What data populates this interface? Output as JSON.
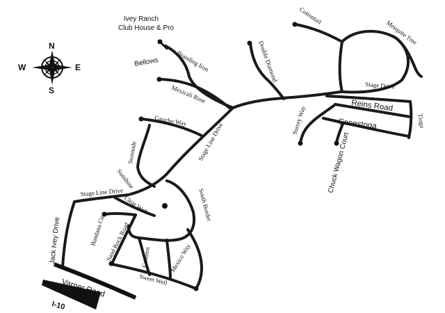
{
  "compass": {
    "n": "N",
    "s": "S",
    "e": "E",
    "w": "W"
  },
  "poi": {
    "clubhouse_line1": "Ivey Ranch",
    "clubhouse_line2": "Club House & Pro"
  },
  "roads": {
    "bellows": "Bellows",
    "branding_iron": "Branding Iron",
    "mexicali_rose": "Mexicali Rose",
    "gaucho_way": "Gaucho Way",
    "serenade": "Serenade",
    "sunshine": "Sunshine",
    "stage_line_drive_main": "Stage Line Drive",
    "stage_line_drive_west": "Stage Line Drive",
    "double_diamond": "Double Diamond",
    "cottontail": "Cottontail",
    "mesquite_tree": "Mesquite Tree",
    "stage_drive": "Stage Drive",
    "reins_road": "Reins Road",
    "surrey_way": "Surrey Way",
    "conestoga": "Conestoga",
    "tioga": "Tioga",
    "chuck_wagon_court": "Chuck Wagon Court",
    "clear_well": "Clear Well",
    "south_border": "South Border",
    "bandana_cir": "Bandana Cir",
    "jack_ivey_drive": "Jack Ivey Drive",
    "sand_rock_road": "Sand Rock Road",
    "canteen": "Canteen",
    "mexico_way": "Mexico Way",
    "sweet_well": "Sweet Well",
    "varner_road": "Varner Road"
  },
  "highway": {
    "label": "I-10"
  }
}
